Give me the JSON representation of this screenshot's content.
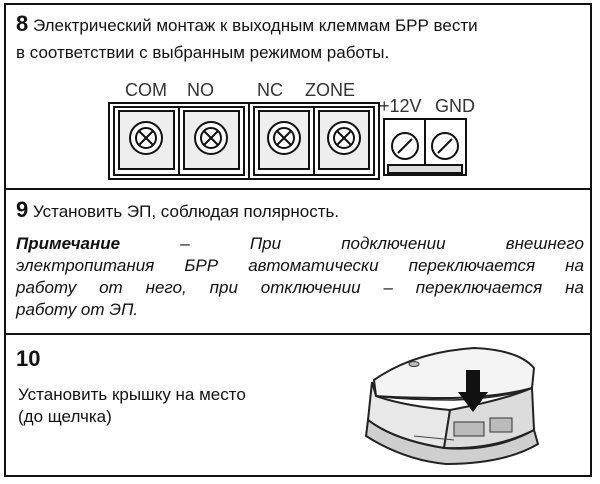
{
  "step8": {
    "number": "8",
    "line1": " Электрический монтаж  к выходным клеммам БРР вести",
    "line2": "в соответствии с выбранным режимом работы.",
    "terminal_labels": [
      "COM",
      "NO",
      "NC",
      "ZONE",
      "+12V",
      "GND"
    ]
  },
  "step9": {
    "number": "9",
    "text": "  Установить ЭП, соблюдая полярность.",
    "note_label": "Примечание",
    "note_row1": [
      "–",
      "При",
      "подключении",
      "внешнего"
    ],
    "note_row2": [
      "электропитания",
      "БРР",
      "автоматически",
      "переключается",
      "на"
    ],
    "note_row3": [
      "работу",
      "от",
      "него,",
      "при",
      "отключении",
      "–",
      "переключается",
      "на"
    ],
    "note_row4": "работу от ЭП."
  },
  "step10": {
    "number": "10",
    "line1": " Установить крышку на место",
    "line2": "(до щелчка)"
  }
}
